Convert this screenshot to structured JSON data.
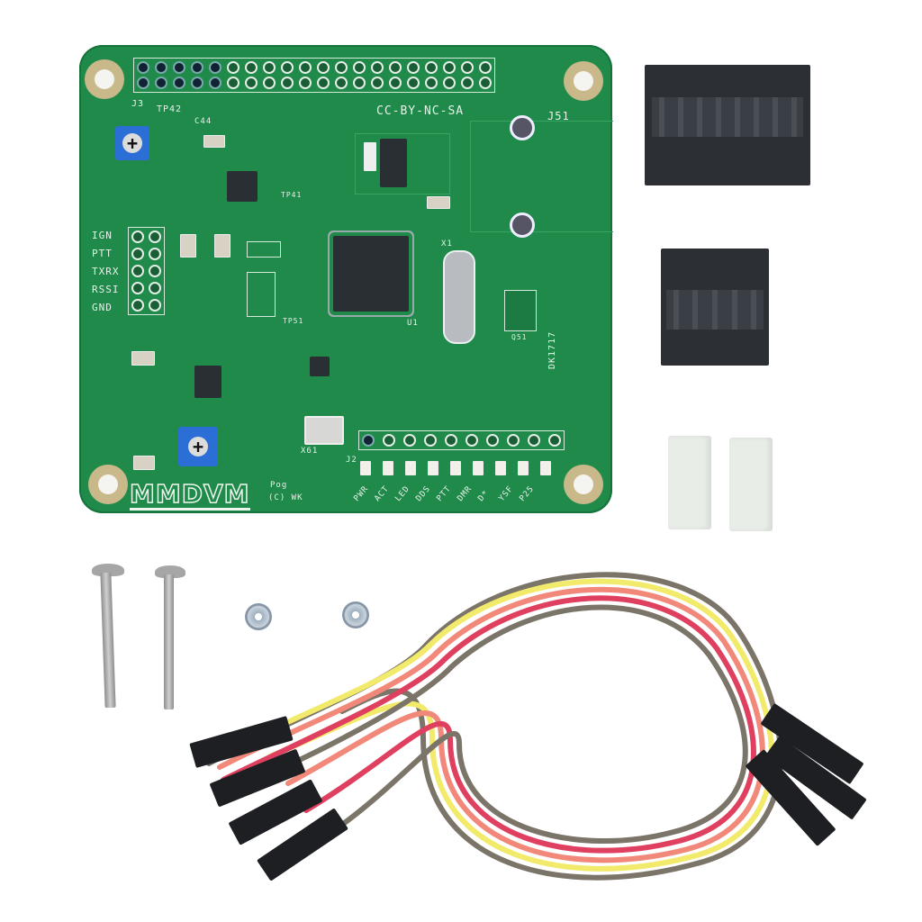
{
  "scene": {
    "description": "MMDVM radio modem board kit product photo on white background",
    "background_color": "#ffffff",
    "pcb_color": "#1f8a4a"
  },
  "pcb": {
    "brand_logo": "MMDVM",
    "revision_note": "Pog",
    "copyright": "(C) WK",
    "license_text": "CC-BY-NC-SA",
    "connector_labels": {
      "j3": "J3",
      "j51": "J51",
      "j2": "J2",
      "x1": "X1",
      "x61": "X61",
      "u1": "U1",
      "c44": "C44",
      "tp42": "TP42",
      "tp41": "TP41",
      "tp51": "TP51",
      "q51": "Q51",
      "dk": "DK1717"
    },
    "side_pin_labels": [
      "IGN",
      "PTT",
      "TXRX",
      "RSSI",
      "GND"
    ],
    "led_labels": [
      "PWR",
      "ACT",
      "LED",
      "DDS",
      "PTT",
      "DMR",
      "D*",
      "YSF",
      "P25"
    ]
  },
  "accessories": {
    "header_large": "2x8 female header",
    "header_small": "2x5 female header",
    "spacers": 2,
    "screws": 2,
    "nuts": 2,
    "jumper_cable": {
      "wires": 4,
      "colors": [
        "#7b7468",
        "#f2ea6a",
        "#f2887a",
        "#e0405f"
      ]
    }
  }
}
